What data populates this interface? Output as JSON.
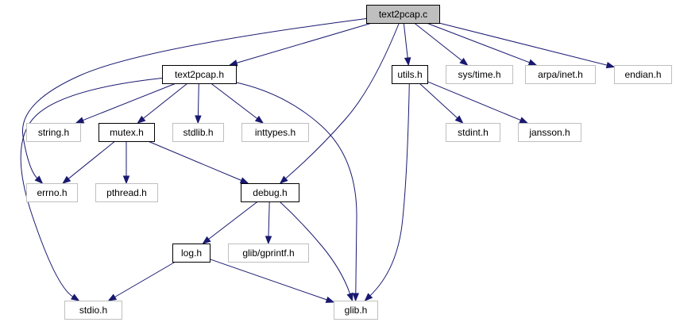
{
  "colors": {
    "edge": "#191970",
    "root_fill": "#bfbfbf",
    "local_border": "#000000",
    "system_border": "#bfbfbf",
    "node_fill": "#ffffff"
  },
  "nodes": [
    {
      "id": "text2pcap_c",
      "label": "text2pcap.c",
      "kind": "root"
    },
    {
      "id": "text2pcap_h",
      "label": "text2pcap.h",
      "kind": "local"
    },
    {
      "id": "utils_h",
      "label": "utils.h",
      "kind": "local"
    },
    {
      "id": "sys_time_h",
      "label": "sys/time.h",
      "kind": "system"
    },
    {
      "id": "arpa_inet_h",
      "label": "arpa/inet.h",
      "kind": "system"
    },
    {
      "id": "endian_h",
      "label": "endian.h",
      "kind": "system"
    },
    {
      "id": "string_h",
      "label": "string.h",
      "kind": "system"
    },
    {
      "id": "mutex_h",
      "label": "mutex.h",
      "kind": "local"
    },
    {
      "id": "stdlib_h",
      "label": "stdlib.h",
      "kind": "system"
    },
    {
      "id": "inttypes_h",
      "label": "inttypes.h",
      "kind": "system"
    },
    {
      "id": "stdint_h",
      "label": "stdint.h",
      "kind": "system"
    },
    {
      "id": "jansson_h",
      "label": "jansson.h",
      "kind": "system"
    },
    {
      "id": "errno_h",
      "label": "errno.h",
      "kind": "system"
    },
    {
      "id": "pthread_h",
      "label": "pthread.h",
      "kind": "system"
    },
    {
      "id": "debug_h",
      "label": "debug.h",
      "kind": "local"
    },
    {
      "id": "log_h",
      "label": "log.h",
      "kind": "local"
    },
    {
      "id": "glib_gprintf_h",
      "label": "glib/gprintf.h",
      "kind": "system"
    },
    {
      "id": "stdio_h",
      "label": "stdio.h",
      "kind": "system"
    },
    {
      "id": "glib_h",
      "label": "glib.h",
      "kind": "system"
    }
  ],
  "edges": [
    {
      "from": "text2pcap_c",
      "to": "text2pcap_h"
    },
    {
      "from": "text2pcap_c",
      "to": "utils_h"
    },
    {
      "from": "text2pcap_c",
      "to": "sys_time_h"
    },
    {
      "from": "text2pcap_c",
      "to": "arpa_inet_h"
    },
    {
      "from": "text2pcap_c",
      "to": "endian_h"
    },
    {
      "from": "text2pcap_c",
      "to": "errno_h"
    },
    {
      "from": "text2pcap_c",
      "to": "debug_h"
    },
    {
      "from": "text2pcap_h",
      "to": "string_h"
    },
    {
      "from": "text2pcap_h",
      "to": "mutex_h"
    },
    {
      "from": "text2pcap_h",
      "to": "stdlib_h"
    },
    {
      "from": "text2pcap_h",
      "to": "inttypes_h"
    },
    {
      "from": "text2pcap_h",
      "to": "stdio_h"
    },
    {
      "from": "text2pcap_h",
      "to": "glib_h"
    },
    {
      "from": "mutex_h",
      "to": "errno_h"
    },
    {
      "from": "mutex_h",
      "to": "pthread_h"
    },
    {
      "from": "mutex_h",
      "to": "debug_h"
    },
    {
      "from": "utils_h",
      "to": "stdint_h"
    },
    {
      "from": "utils_h",
      "to": "jansson_h"
    },
    {
      "from": "utils_h",
      "to": "glib_h"
    },
    {
      "from": "debug_h",
      "to": "log_h"
    },
    {
      "from": "debug_h",
      "to": "glib_gprintf_h"
    },
    {
      "from": "debug_h",
      "to": "glib_h"
    },
    {
      "from": "log_h",
      "to": "stdio_h"
    },
    {
      "from": "log_h",
      "to": "glib_h"
    }
  ]
}
